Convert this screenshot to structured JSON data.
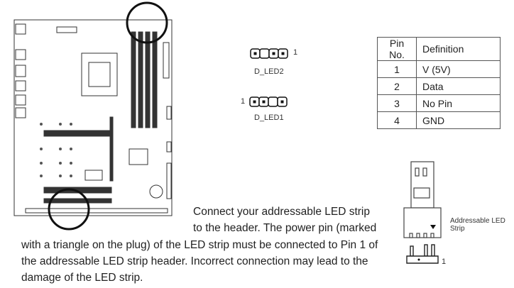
{
  "headers": {
    "d_led2": {
      "label": "D_LED2",
      "pin1_marker": "1"
    },
    "d_led1": {
      "label": "D_LED1",
      "pin1_marker": "1"
    }
  },
  "pin_table": {
    "columns": [
      "Pin No.",
      "Definition"
    ],
    "rows": [
      {
        "pin": "1",
        "definition": "V (5V)"
      },
      {
        "pin": "2",
        "definition": "Data"
      },
      {
        "pin": "3",
        "definition": "No Pin"
      },
      {
        "pin": "4",
        "definition": "GND"
      }
    ]
  },
  "strip_diagram": {
    "label_line1": "Addressable LED",
    "label_line2": "Strip",
    "pin1_marker": "1"
  },
  "description": {
    "lines": [
      "Connect your addressable LED strip",
      "to the header. The power pin (marked",
      "with a triangle on the plug) of the LED strip must be connected to Pin 1 of",
      "the addressable LED strip header. Incorrect connection may lead to the",
      "damage of the LED strip."
    ]
  }
}
